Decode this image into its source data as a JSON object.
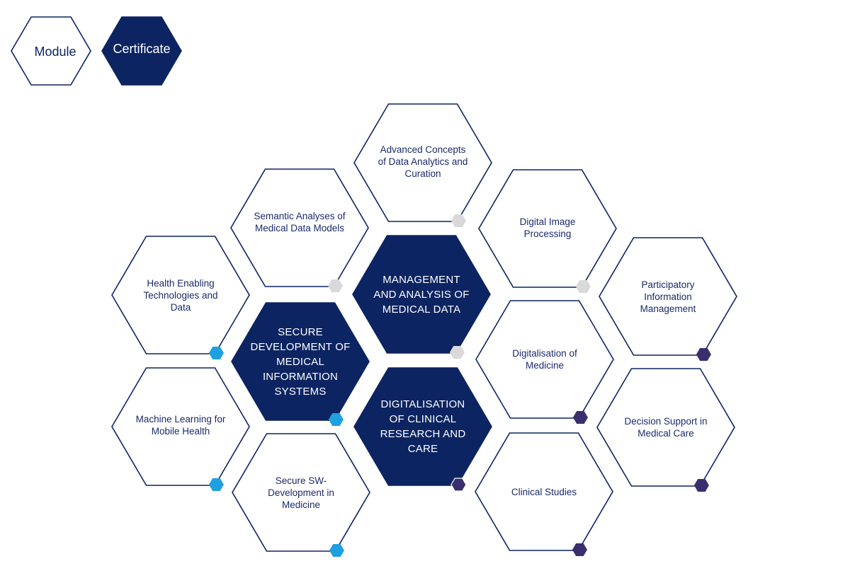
{
  "colors": {
    "navy": "#0c2461",
    "outline": "#0c2461",
    "gray_marker": "#d9d9d9",
    "blue_marker": "#1fa0e0",
    "purple_marker": "#3a2e6e"
  },
  "legend": {
    "module_label": "Module",
    "certificate_label": "Certificate"
  },
  "hexagons": [
    {
      "id": "advanced-concepts",
      "type": "module",
      "label": "Advanced Concepts\nof Data Analytics and\nCuration",
      "marker": "gray"
    },
    {
      "id": "semantic-analyses",
      "type": "module",
      "label": "Semantic Analyses of\nMedical Data Models",
      "marker": "gray"
    },
    {
      "id": "digital-image-processing",
      "type": "module",
      "label": "Digital Image\nProcessing",
      "marker": "gray"
    },
    {
      "id": "health-enabling",
      "type": "module",
      "label": "Health Enabling\nTechnologies and\nData",
      "marker": "blue"
    },
    {
      "id": "management-analysis",
      "type": "certificate",
      "label": "MANAGEMENT\nAND ANALYSIS OF\nMEDICAL DATA",
      "marker": "gray"
    },
    {
      "id": "participatory-info",
      "type": "module",
      "label": "Participatory\nInformation\nManagement",
      "marker": "purple"
    },
    {
      "id": "secure-development",
      "type": "certificate",
      "label": "SECURE\nDEVELOPMENT OF\nMEDICAL\nINFORMATION\nSYSTEMS",
      "marker": "blue"
    },
    {
      "id": "digitalisation-medicine",
      "type": "module",
      "label": "Digitalisation of\nMedicine",
      "marker": "purple"
    },
    {
      "id": "machine-learning",
      "type": "module",
      "label": "Machine Learning for\nMobile Health",
      "marker": "blue"
    },
    {
      "id": "digitalisation-clinical",
      "type": "certificate",
      "label": "DIGITALISATION\nOF CLINICAL\nRESEARCH AND\nCARE",
      "marker": "purple"
    },
    {
      "id": "decision-support",
      "type": "module",
      "label": "Decision Support in\nMedical Care",
      "marker": "purple"
    },
    {
      "id": "secure-sw",
      "type": "module",
      "label": "Secure SW-\nDevelopment in\nMedicine",
      "marker": "blue"
    },
    {
      "id": "clinical-studies",
      "type": "module",
      "label": "Clinical Studies",
      "marker": "purple"
    }
  ]
}
